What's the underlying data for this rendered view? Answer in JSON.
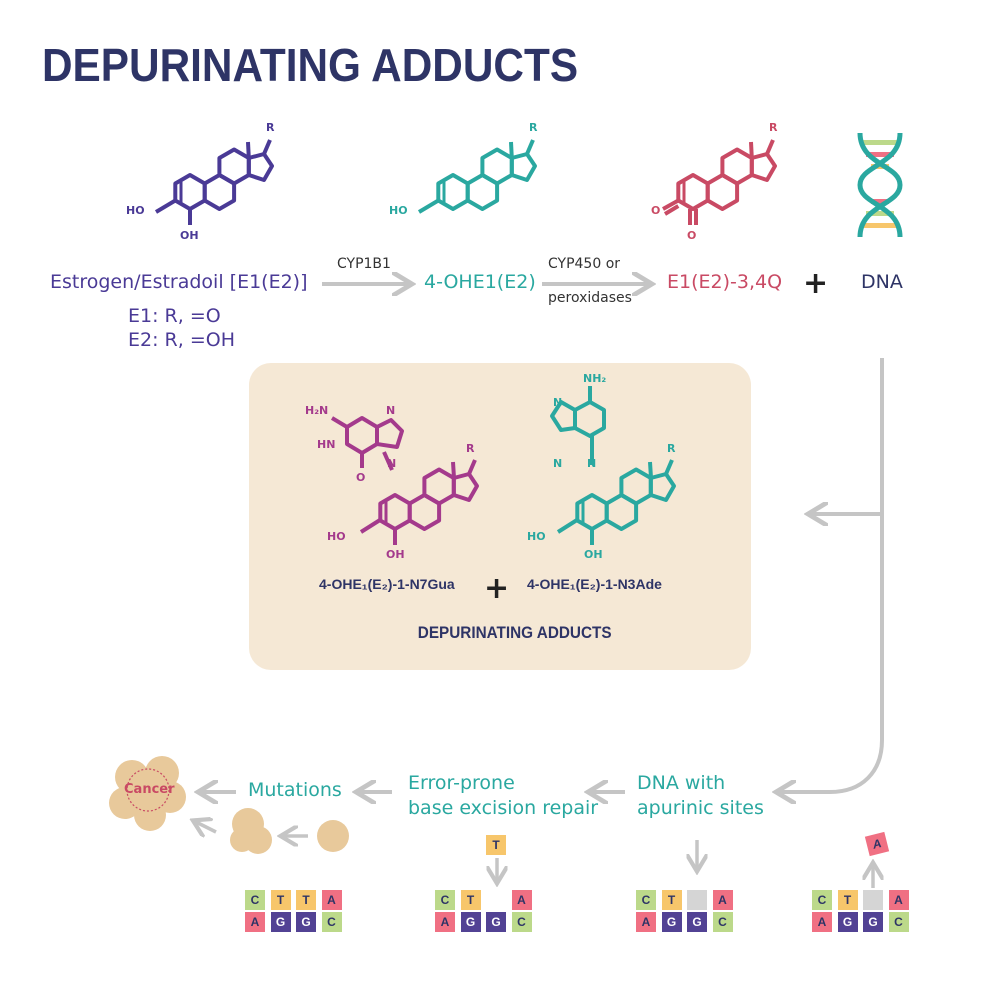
{
  "title": "DEPURINATING ADDUCTS",
  "estrogen": {
    "label": "Estrogen/Estradoil [E1(E2)]",
    "note1": "E1: R, =O",
    "note2": "E2: R, =OH",
    "ho": "HO",
    "oh": "OH",
    "r": "R"
  },
  "step1": {
    "enzyme": "CYP1B1",
    "product": "4-OHE1(E2)",
    "ho": "HO",
    "r": "R"
  },
  "step2": {
    "enzyme_line1": "CYP450 or",
    "enzyme_line2": "peroxidases",
    "product": "E1(E2)-3,4Q",
    "o1": "O",
    "o2": "O",
    "r": "R"
  },
  "plus": "+",
  "dna": "DNA",
  "adducts": {
    "title": "DEPURINATING ADDUCTS",
    "gua_label": "4-OHE₁(E₂)-1-N7Gua",
    "ade_label": "4-OHE₁(E₂)-1-N3Ade",
    "gua_atoms": {
      "h2n": "H₂N",
      "hn": "HN",
      "o": "O",
      "n1": "N",
      "n2": "N",
      "ho": "HO",
      "oh": "OH",
      "r": "R"
    },
    "ade_atoms": {
      "nh2": "NH₂",
      "n1": "N",
      "n2": "N",
      "n3": "N",
      "ho": "HO",
      "oh": "OH",
      "r": "R"
    }
  },
  "bottom": {
    "apurinic": [
      "DNA with",
      "apurinic sites"
    ],
    "repair": [
      "Error-prone",
      "base excision repair"
    ],
    "mutations": "Mutations",
    "cancer": "Cancer"
  },
  "strands": [
    {
      "top": [
        "C",
        "T",
        "T",
        "A"
      ],
      "bottom": [
        "A",
        "G",
        "G",
        "C"
      ]
    },
    {
      "inserted": "T",
      "top": [
        "C",
        "T",
        "",
        "A"
      ],
      "bottom": [
        "A",
        "G",
        "G",
        "C"
      ]
    },
    {
      "top": [
        "C",
        "T",
        "",
        "A"
      ],
      "bottom": [
        "A",
        "G",
        "G",
        "C"
      ]
    },
    {
      "released": "A",
      "top": [
        "C",
        "T",
        "",
        "A"
      ],
      "bottom": [
        "A",
        "G",
        "G",
        "C"
      ]
    }
  ],
  "colors": {
    "purple": "#4a3a96",
    "teal": "#2aa8a0",
    "red": "#c94a64",
    "magenta": "#a43a8c",
    "navy": "#2e3466",
    "beige": "#f5e8d5",
    "arrow": "#c5c5c5"
  }
}
